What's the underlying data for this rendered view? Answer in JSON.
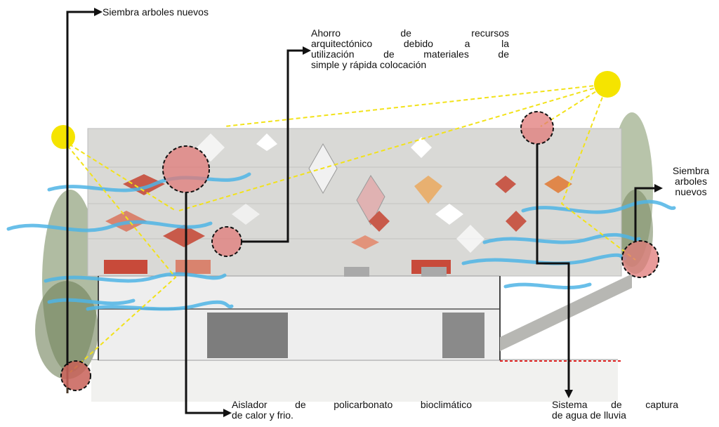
{
  "labels": {
    "top_left": "Siembra arboles nuevos",
    "ahorro": [
      "Ahorro de recursos",
      "arquitectónico debido a la",
      "utilización de materiales de",
      "simple y rápida colocación"
    ],
    "right": [
      "Siembra",
      "arboles",
      "nuevos"
    ],
    "aislador": [
      "Aislador de policarbonato bioclimático",
      "de calor  y frio."
    ],
    "sistema": [
      "Sistema de captura",
      "de agua de lluvia"
    ]
  },
  "colors": {
    "sun": "#f5e400",
    "sun_line": "#f2e21a",
    "wind": "#4fb5e6",
    "highlight": "#e07a78",
    "leader": "#111111",
    "facade": "#d9d9d6",
    "ground_marker": "#e02020"
  }
}
